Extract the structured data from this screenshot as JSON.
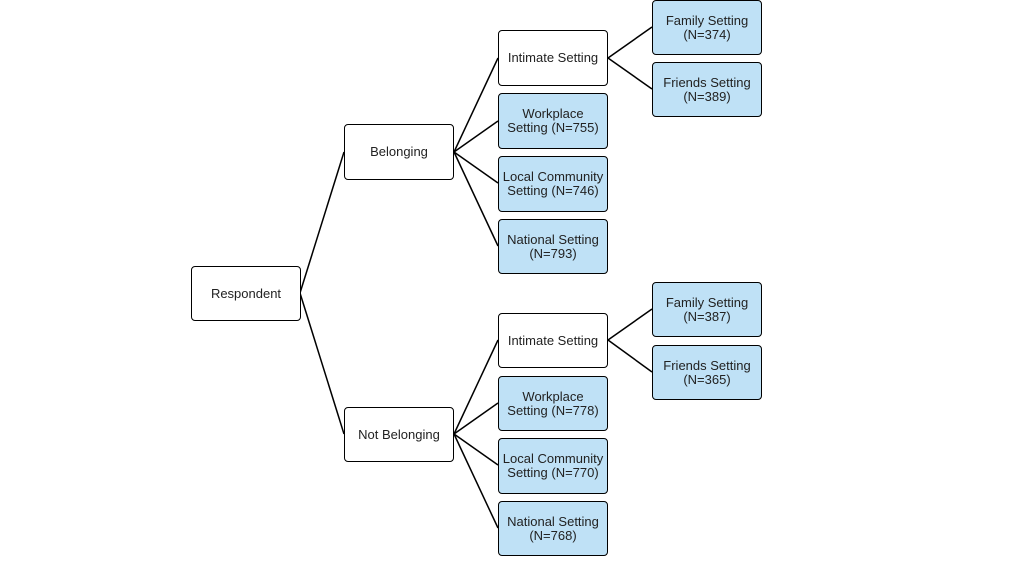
{
  "colors": {
    "node_fill": "#ffffff",
    "leaf_fill": "#bfe1f6",
    "border": "#000000",
    "text": "#222222"
  },
  "tree": {
    "root": {
      "label": "Respondent"
    },
    "belonging": {
      "label": "Belonging",
      "intimate": {
        "label": "Intimate Setting",
        "family": "Family Setting (N=374)",
        "friends": "Friends Setting (N=389)"
      },
      "workplace": "Workplace Setting (N=755)",
      "local": "Local Community Setting (N=746)",
      "national": "National Setting (N=793)"
    },
    "not_belonging": {
      "label": "Not Belonging",
      "intimate": {
        "label": "Intimate Setting",
        "family": "Family Setting (N=387)",
        "friends": "Friends Setting (N=365)"
      },
      "workplace": "Workplace Setting (N=778)",
      "local": "Local Community Setting (N=770)",
      "national": "National Setting (N=768)"
    }
  }
}
